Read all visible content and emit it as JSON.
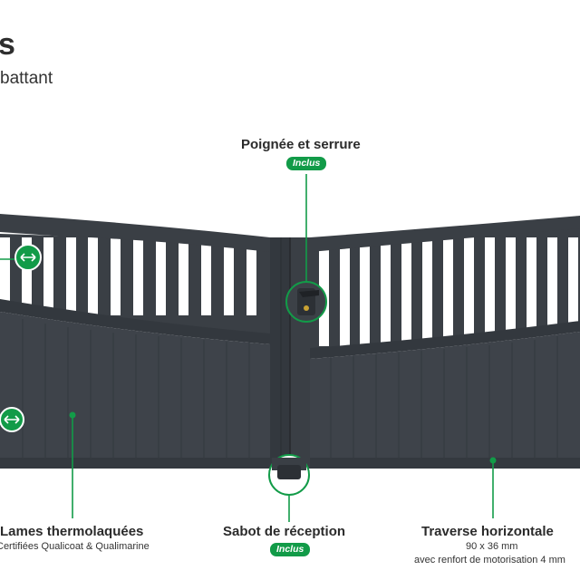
{
  "header": {
    "title": "s",
    "subtitle": "battant"
  },
  "colors": {
    "accent": "#129b48",
    "gate": "#3a3f45",
    "gate_dark": "#2c3035"
  },
  "callouts": {
    "handle": {
      "title": "Poignée et serrure",
      "badge": "Inclus"
    },
    "slats": {
      "title": "Lames thermolaquées",
      "desc": "Certifiées Qualicoat & Qualimarine"
    },
    "stop": {
      "title": "Sabot de réception",
      "badge": "Inclus"
    },
    "rail": {
      "title": "Traverse horizontale",
      "desc1": "90 x 36 mm",
      "desc2": "avec renfort de motorisation 4 mm"
    }
  },
  "icons": {
    "adjust_arrows": "left-right-arrows-icon"
  }
}
